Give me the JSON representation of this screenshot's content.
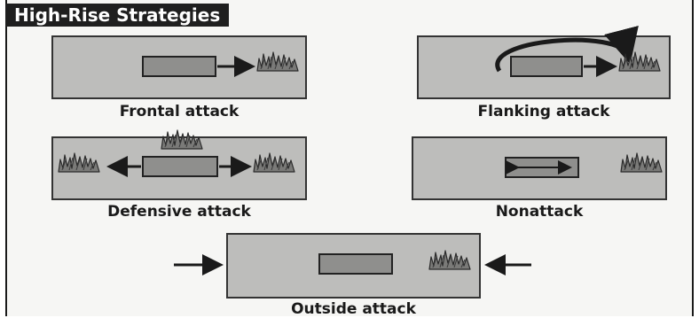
{
  "title": "High-Rise Strategies",
  "diagrams": [
    {
      "caption": "Frontal attack"
    },
    {
      "caption": "Flanking attack"
    },
    {
      "caption": "Defensive attack"
    },
    {
      "caption": "Nonattack"
    },
    {
      "caption": "Outside attack"
    }
  ],
  "colors": {
    "panel": "#bdbdbb",
    "block": "#8f8f8d",
    "ink": "#1a1a1a"
  }
}
